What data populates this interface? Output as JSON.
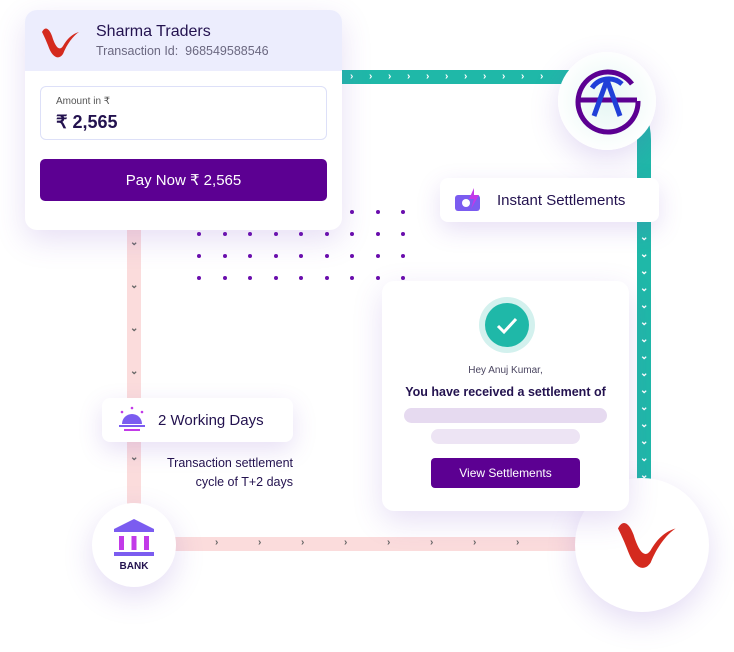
{
  "merchant_card": {
    "name": "Sharma Traders",
    "txn_label": "Transaction Id:",
    "txn_id": "968549588546",
    "amount_label": "Amount in ₹",
    "amount": "₹ 2,565",
    "pay_button": "Pay Now ₹ 2,565"
  },
  "instant": {
    "label": "Instant Settlements"
  },
  "working_days": {
    "label": "2 Working Days",
    "caption_line1": "Transaction settlement",
    "caption_line2": "cycle of T+2 days"
  },
  "bank": {
    "label": "BANK"
  },
  "settlement_card": {
    "greeting": "Hey Anuj Kumar,",
    "message": "You have received a settlement of",
    "button": "View Settlements"
  },
  "colors": {
    "purple": "#5c0092",
    "teal": "#1fb8a8",
    "pink": "#fbdcdc",
    "red": "#d42a1e"
  }
}
